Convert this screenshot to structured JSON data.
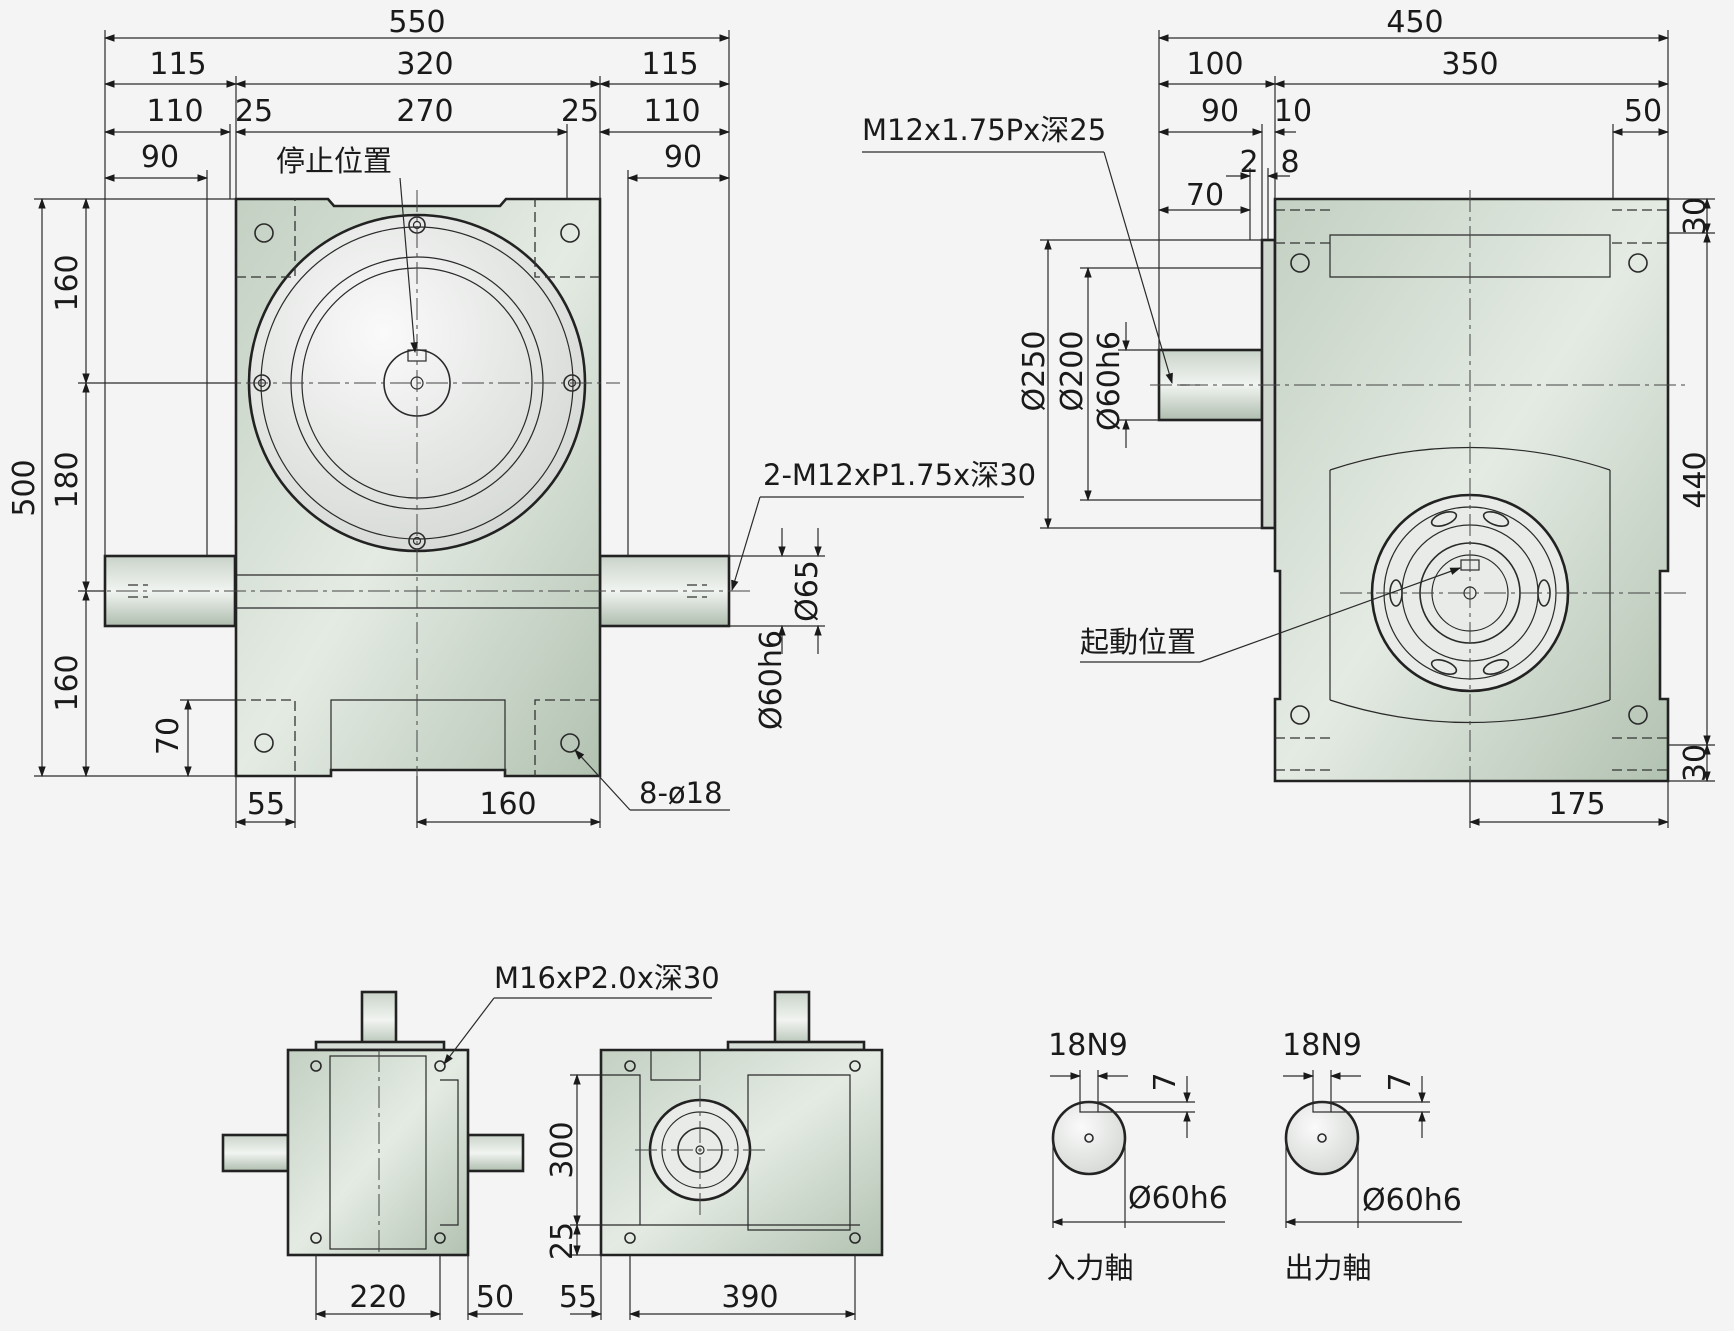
{
  "front_view": {
    "overall_width": "550",
    "seg_115_left": "115",
    "seg_320": "320",
    "seg_115_right": "115",
    "seg_110_left": "110",
    "seg_25_left": "25",
    "seg_270": "270",
    "seg_25_right": "25",
    "seg_110_right": "110",
    "seg_90_left": "90",
    "seg_90_right": "90",
    "stop_position": "停止位置",
    "height_500": "500",
    "height_160_top": "160",
    "height_180": "180",
    "height_160_bottom": "160",
    "height_70": "70",
    "tap_holes": "2-M12xP1.75x深30",
    "shaft_dia_65": "Ø65",
    "shaft_dia_60h6": "Ø60h6",
    "mount_holes": "8-ø18",
    "bottom_55": "55",
    "bottom_160": "160"
  },
  "side_view": {
    "overall_width": "450",
    "seg_100": "100",
    "seg_350": "350",
    "seg_90": "90",
    "seg_10": "10",
    "seg_50": "50",
    "seg_2": "2",
    "seg_8": "8",
    "seg_70": "70",
    "tap_hole": "M12x1.75Px深25",
    "dia_250": "Ø250",
    "dia_200": "Ø200",
    "dia_60h6": "Ø60h6",
    "height_30_top": "30",
    "height_440": "440",
    "height_30_bottom": "30",
    "start_position": "起動位置",
    "bottom_175": "175"
  },
  "top_view": {
    "tap_holes": "M16xP2.0x深30",
    "width_220": "220",
    "width_50": "50"
  },
  "rear_view": {
    "height_300": "300",
    "height_25": "25",
    "width_55": "55",
    "width_390": "390"
  },
  "input_shaft": {
    "keyway": "18N9",
    "key_depth": "7",
    "dia": "Ø60h6",
    "name": "入力軸"
  },
  "output_shaft": {
    "keyway": "18N9",
    "key_depth": "7",
    "dia": "Ø60h6",
    "name": "出力軸"
  }
}
